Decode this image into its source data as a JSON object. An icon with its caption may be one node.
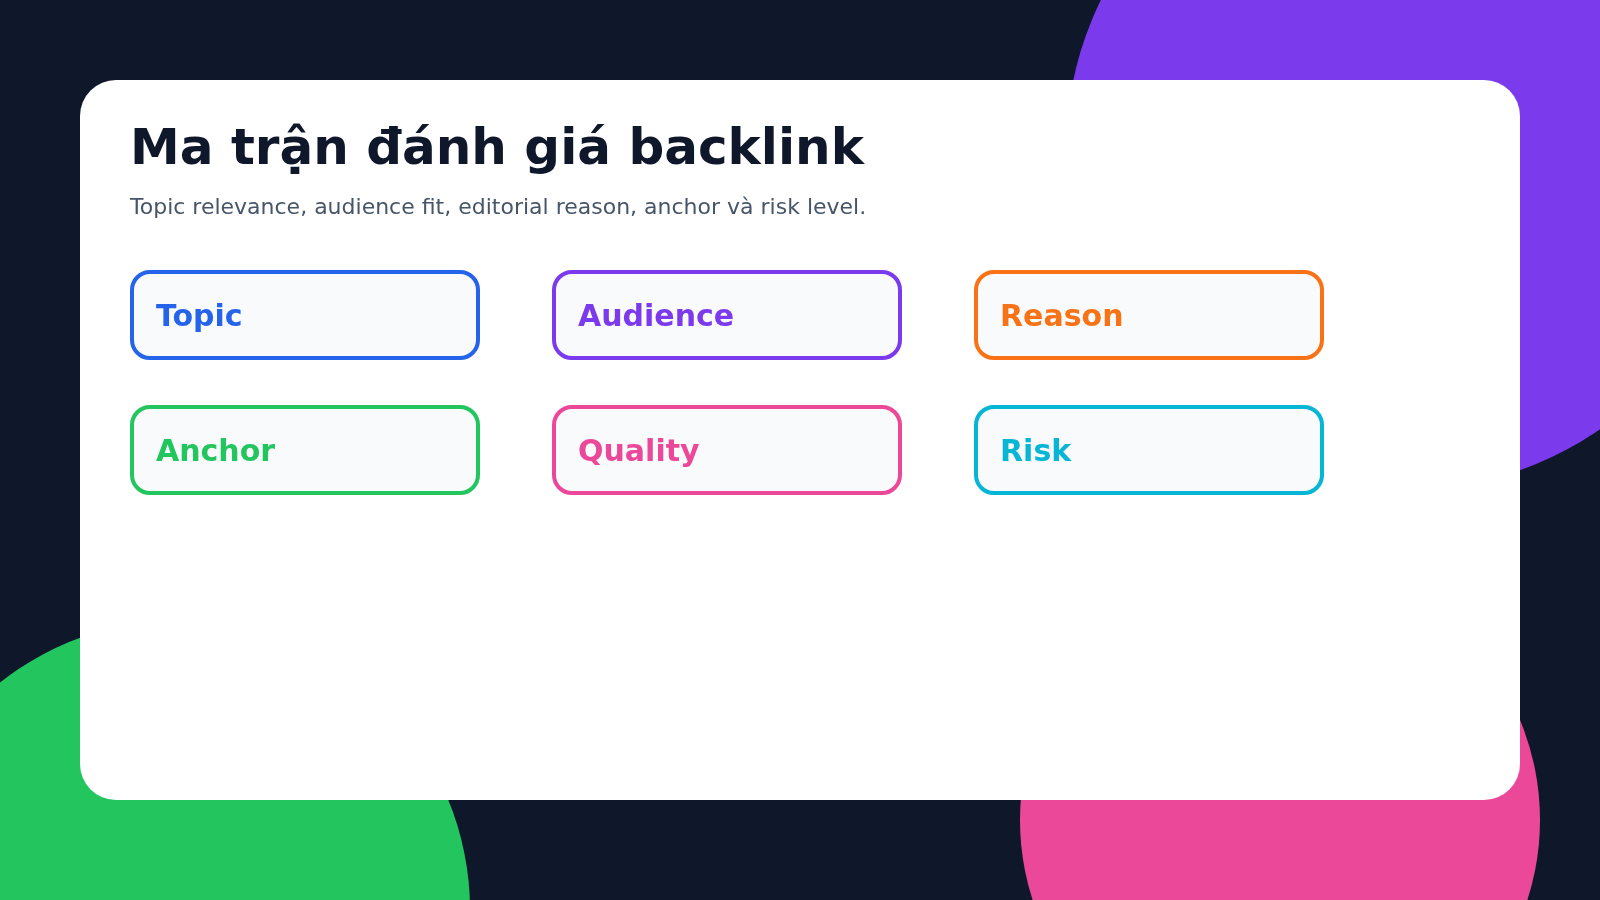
{
  "diagram": {
    "title": "Ma trận đánh giá backlink",
    "nodes": [
      {
        "text": [
          "Topic"
        ]
      },
      {
        "text": [
          "Audience"
        ]
      },
      {
        "text": [
          "Reason"
        ]
      },
      {
        "text": [
          "Anchor"
        ]
      },
      {
        "text": [
          "Quality"
        ]
      },
      {
        "text": [
          "Risk"
        ]
      }
    ],
    "labels": [
      "Topic relevance, audience fit, editorial reason, anchor và risk level."
    ]
  }
}
